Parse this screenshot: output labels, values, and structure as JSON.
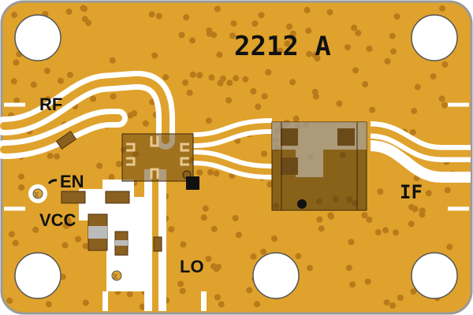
{
  "board": {
    "part_number": "2212 A",
    "colors": {
      "copper": "#dfa22c",
      "via": "#b87a1a",
      "gap": "#ffffff",
      "edge": "#9a9a9a",
      "component": "#6b4a1a"
    }
  },
  "labels": {
    "rf": "RF",
    "en": "EN",
    "vcc": "VCC",
    "lo": "LO",
    "if": "IF"
  }
}
